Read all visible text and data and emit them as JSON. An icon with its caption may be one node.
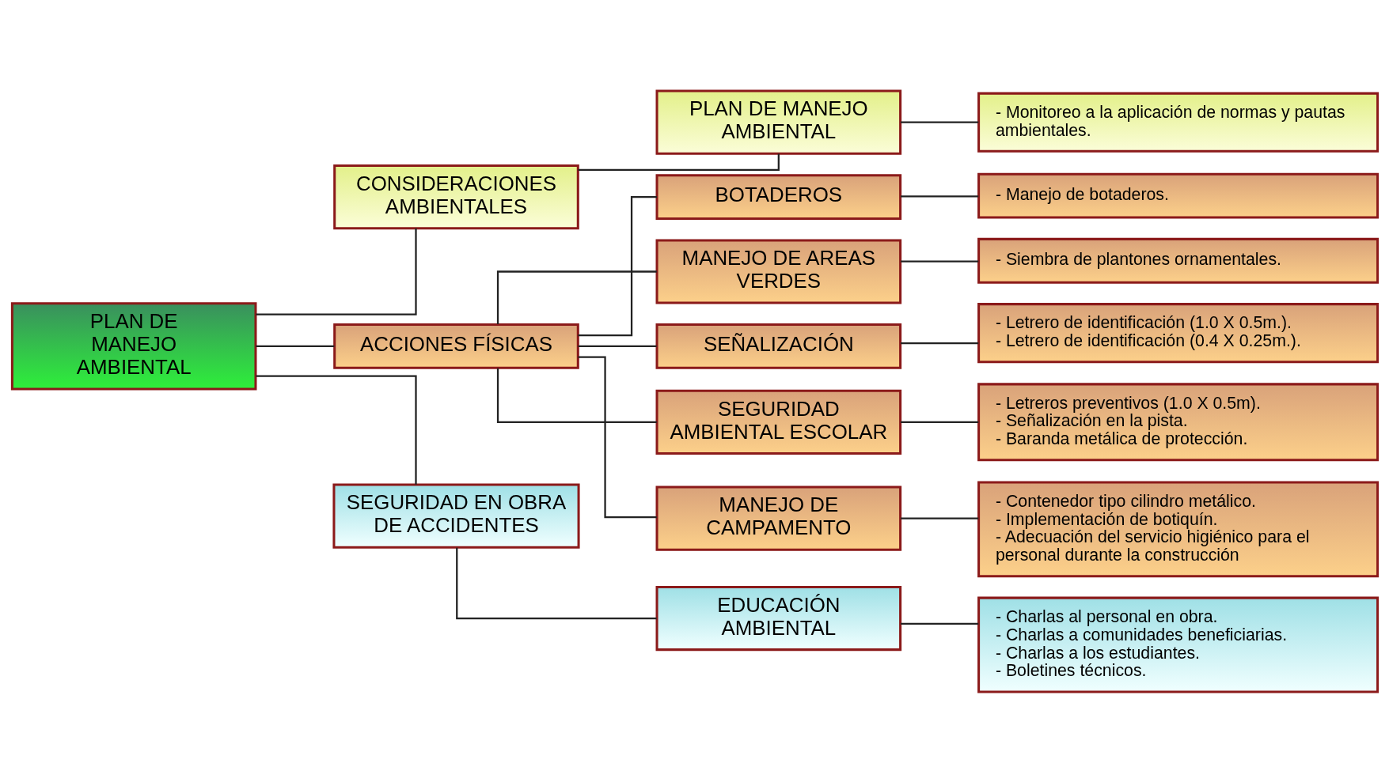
{
  "diagram": {
    "nodes": [
      {
        "text": [
          "PLAN DE MANEJO AMBIENTAL"
        ]
      },
      {
        "text": [
          "CONSIDERACIONES AMBIENTALES"
        ]
      },
      {
        "text": [
          "ACCIONES FÍSICAS"
        ]
      },
      {
        "text": [
          "SEGURIDAD EN OBRA DE ACCIDENTES"
        ]
      },
      {
        "text": [
          "PLAN DE MANEJO AMBIENTAL"
        ]
      },
      {
        "text": [
          "BOTADEROS"
        ]
      },
      {
        "text": [
          "MANEJO DE AREAS VERDES"
        ]
      },
      {
        "text": [
          "SEÑALIZACIÓN"
        ]
      },
      {
        "text": [
          "SEGURIDAD AMBIENTAL ESCOLAR"
        ]
      },
      {
        "text": [
          "MANEJO DE CAMPAMENTO"
        ]
      },
      {
        "text": [
          "EDUCACIÓN AMBIENTAL"
        ]
      },
      {
        "text": [
          "- Monitoreo a la aplicación de normas y pautas ambientales."
        ]
      },
      {
        "text": [
          "- Manejo de botaderos."
        ]
      },
      {
        "text": [
          "- Siembra de plantones ornamentales."
        ]
      },
      {
        "text": [
          "- Letrero de identificación (1.0 X 0.5m.).",
          "- Letrero de identificación (0.4 X 0.25m.)."
        ]
      },
      {
        "text": [
          "- Letreros preventivos (1.0 X 0.5m).",
          "- Señalización en la pista.",
          "- Baranda metálica de protección."
        ]
      },
      {
        "text": [
          "- Contenedor tipo cilindro metálico.",
          "- Implementación de botiquín.",
          "- Adecuación del servicio higiénico para el personal durante la construcción"
        ]
      },
      {
        "text": [
          "- Charlas al personal en obra.",
          "- Charlas a comunidades beneficiarias.",
          "- Charlas a los estudiantes.",
          "- Boletines técnicos."
        ]
      }
    ],
    "edges": [
      {
        "from": 0,
        "to": 1,
        "arrow": "none"
      },
      {
        "from": 0,
        "to": 2,
        "arrow": "none"
      },
      {
        "from": 0,
        "to": 3,
        "arrow": "none"
      },
      {
        "from": 1,
        "to": 4,
        "arrow": "none"
      },
      {
        "from": 2,
        "to": 5,
        "arrow": "none"
      },
      {
        "from": 2,
        "to": 6,
        "arrow": "none"
      },
      {
        "from": 2,
        "to": 7,
        "arrow": "none"
      },
      {
        "from": 2,
        "to": 8,
        "arrow": "none"
      },
      {
        "from": 2,
        "to": 9,
        "arrow": "none"
      },
      {
        "from": 3,
        "to": 10,
        "arrow": "none"
      },
      {
        "from": 4,
        "to": 11,
        "arrow": "none"
      },
      {
        "from": 5,
        "to": 12,
        "arrow": "none"
      },
      {
        "from": 6,
        "to": 13,
        "arrow": "none"
      },
      {
        "from": 7,
        "to": 14,
        "arrow": "none"
      },
      {
        "from": 8,
        "to": 15,
        "arrow": "none"
      },
      {
        "from": 9,
        "to": 16,
        "arrow": "none"
      },
      {
        "from": 10,
        "to": 17,
        "arrow": "none"
      }
    ]
  }
}
